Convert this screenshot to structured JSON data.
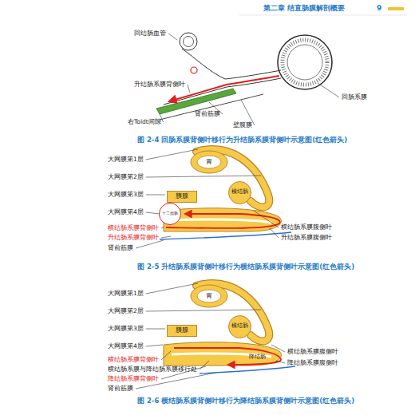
{
  "diagram": {
    "nodes": [
      {
        "text": [
          "胃"
        ]
      },
      {
        "text": [
          "胰腺"
        ]
      },
      {
        "text": [
          "横结肠"
        ]
      },
      {
        "text": [
          "十二指肠"
        ]
      },
      {
        "text": [
          "胃"
        ]
      },
      {
        "text": [
          "胰腺"
        ]
      },
      {
        "text": [
          "横结肠"
        ]
      },
      {
        "text": [
          "降结肠"
        ]
      }
    ],
    "labels": [
      "第二章 结直肠膜解剖概要",
      "9",
      "回结肠血管",
      "升结肠系膜背侧叶",
      "右Toldt间隙",
      "肾前筋膜",
      "壁腹膜",
      "回肠系膜",
      "图 2-4 回肠系膜背侧叶移行为升结肠系膜背侧叶示意图(红色箭头)",
      "大网膜第1层",
      "大网膜第2层",
      "大网膜第3层",
      "大网膜第4层",
      "横结肠系膜背侧叶",
      "升结肠系膜背侧叶",
      "肾前筋膜",
      "横结肠系膜腹侧叶",
      "升结肠系膜腹侧叶",
      "图 2-5 升结肠系膜背侧叶移行为横结肠系膜背侧叶示意图(红色箭头)",
      "大网膜第1层",
      "大网膜第2层",
      "大网膜第3层",
      "大网膜第4层",
      "横结肠系膜背侧叶",
      "横结肠系膜与降结肠系膜移行处",
      "降结肠系膜背侧叶",
      "肾前筋膜",
      "横结肠系膜腹侧叶",
      "降结肠系膜腹侧叶",
      "图 2-6 横结肠系膜背侧叶移行为降结肠系膜背侧叶示意图(红色箭头)"
    ]
  }
}
